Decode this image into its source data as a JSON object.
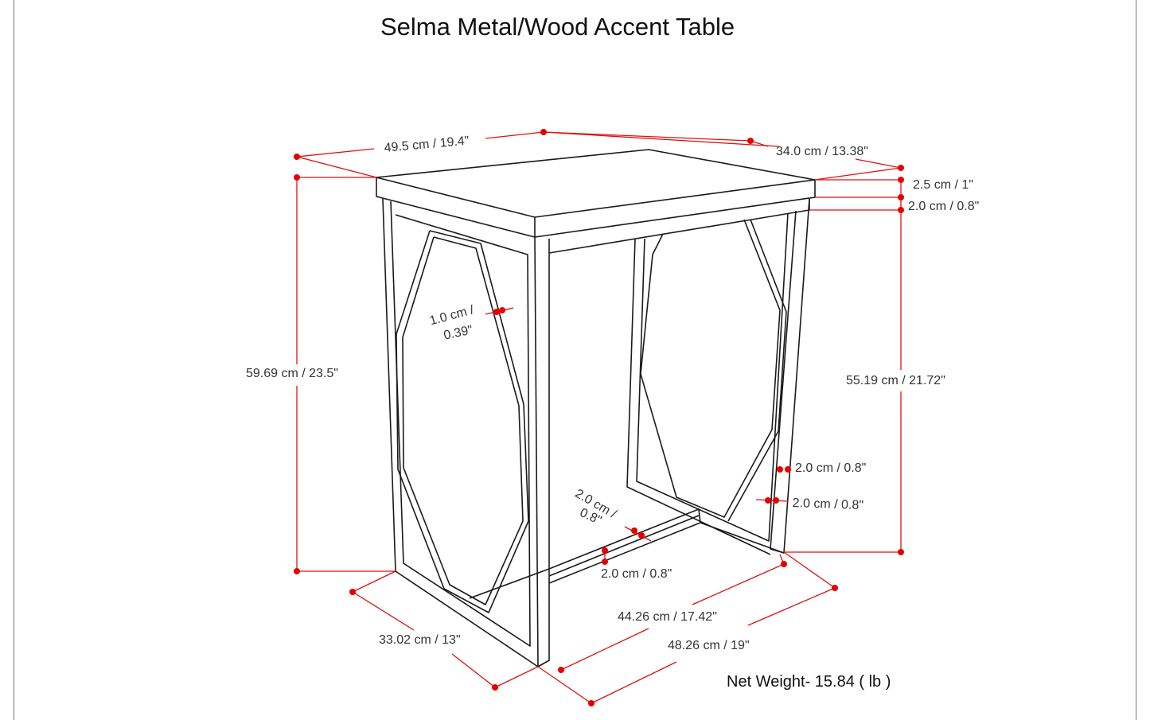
{
  "title": "Selma Metal/Wood Accent Table",
  "net_weight": "Net Weight- 15.84 ( lb )",
  "dimensions": {
    "width_top": "49.5 cm / 19.4\"",
    "depth_top": "34.0 cm / 13.38\"",
    "top_thickness": "2.5 cm / 1\"",
    "apron_height": "2.0 cm / 0.8\"",
    "total_height": "59.69 cm / 23.5\"",
    "leg_height": "55.19 cm / 21.72\"",
    "frame_bar_1": "1.0 cm /",
    "frame_bar_2": "0.39\"",
    "leg_width_1": "2.0 cm / 0.8\"",
    "leg_width_2": "2.0 cm / 0.8\"",
    "stretcher_1": "2.0 cm /",
    "stretcher_2": "0.8\"",
    "stretcher_height": "2.0 cm / 0.8\"",
    "base_depth": "33.02 cm / 13\"",
    "inner_width": "44.26 cm / 17.42\"",
    "base_width": "48.26 cm / 19\""
  },
  "colors": {
    "dimension": "#e80000",
    "line": "#1a1a1a"
  }
}
